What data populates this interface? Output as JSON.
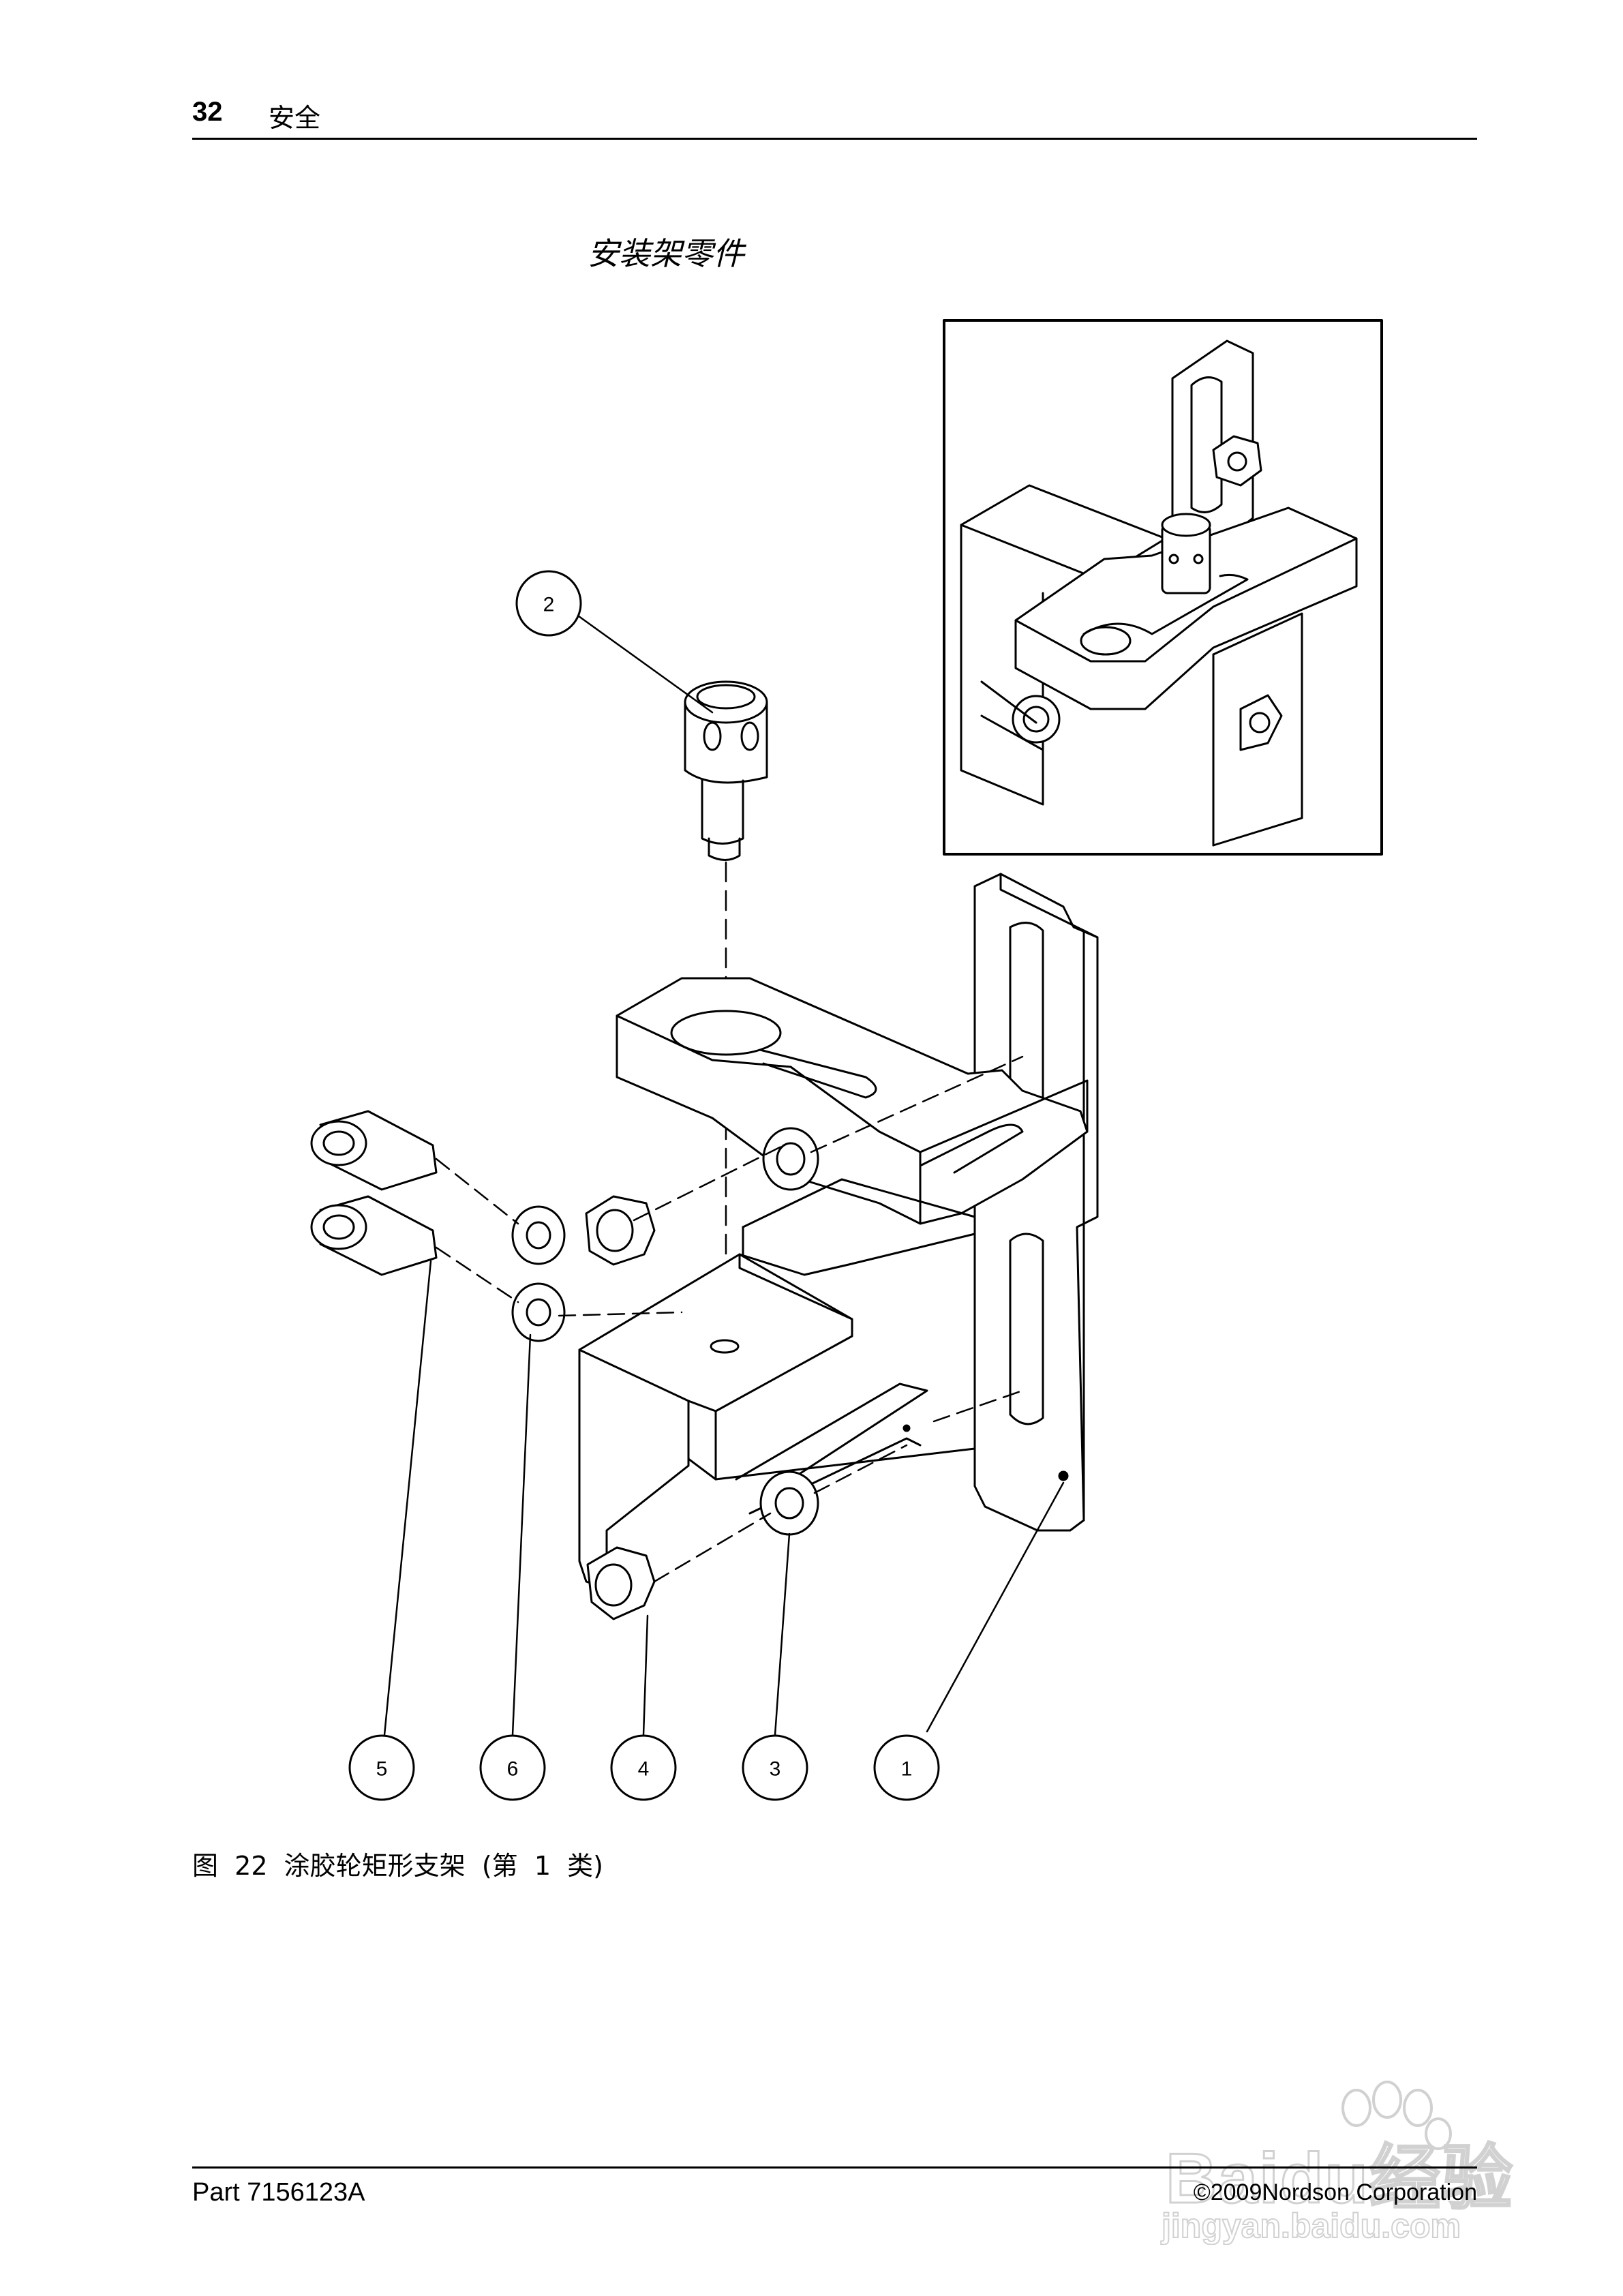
{
  "header": {
    "page_number": "32",
    "section": "安全"
  },
  "section_title": "安装架零件",
  "figure": {
    "caption": "图  22  涂胶轮矩形支架  (第  1  类)",
    "callouts": [
      "2",
      "5",
      "6",
      "4",
      "3",
      "1"
    ]
  },
  "footer": {
    "part_number": "Part 7156123A",
    "copyright": "©2009Nordson Corporation"
  },
  "watermark": {
    "brand": "Baidu经验",
    "url": "jingyan.baidu.com"
  }
}
